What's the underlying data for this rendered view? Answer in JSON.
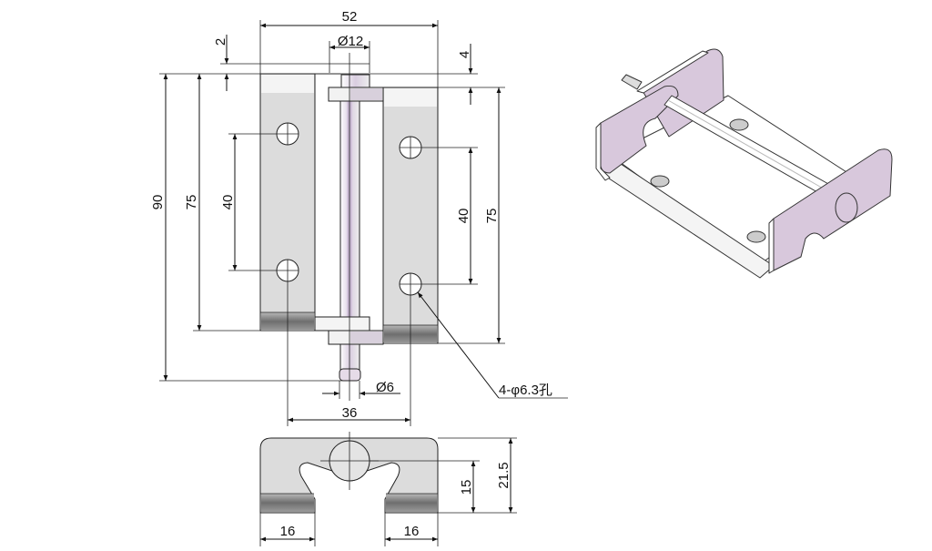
{
  "drawing": {
    "title": "Hinge dimension drawing",
    "front_view": {
      "width": "52",
      "pin_head_diameter": "Ø12",
      "top_offset": "2",
      "leaf_offset": "4",
      "overall_height": "90",
      "leaf_height_left": "75",
      "hole_spacing_left": "40",
      "hole_spacing_right": "40",
      "leaf_height_right": "75",
      "pin_diameter": "Ø6",
      "hole_center_distance": "36",
      "hole_note": "4-φ6.3孔"
    },
    "end_view": {
      "overall_depth": "21.5",
      "pin_center_height": "15",
      "leaf_width_left": "16",
      "leaf_width_right": "16"
    },
    "colors": {
      "leaf_fill": "#dcdcdc",
      "pin_accent": "#d9cde0",
      "iso_face": "#d8c8dc"
    }
  }
}
